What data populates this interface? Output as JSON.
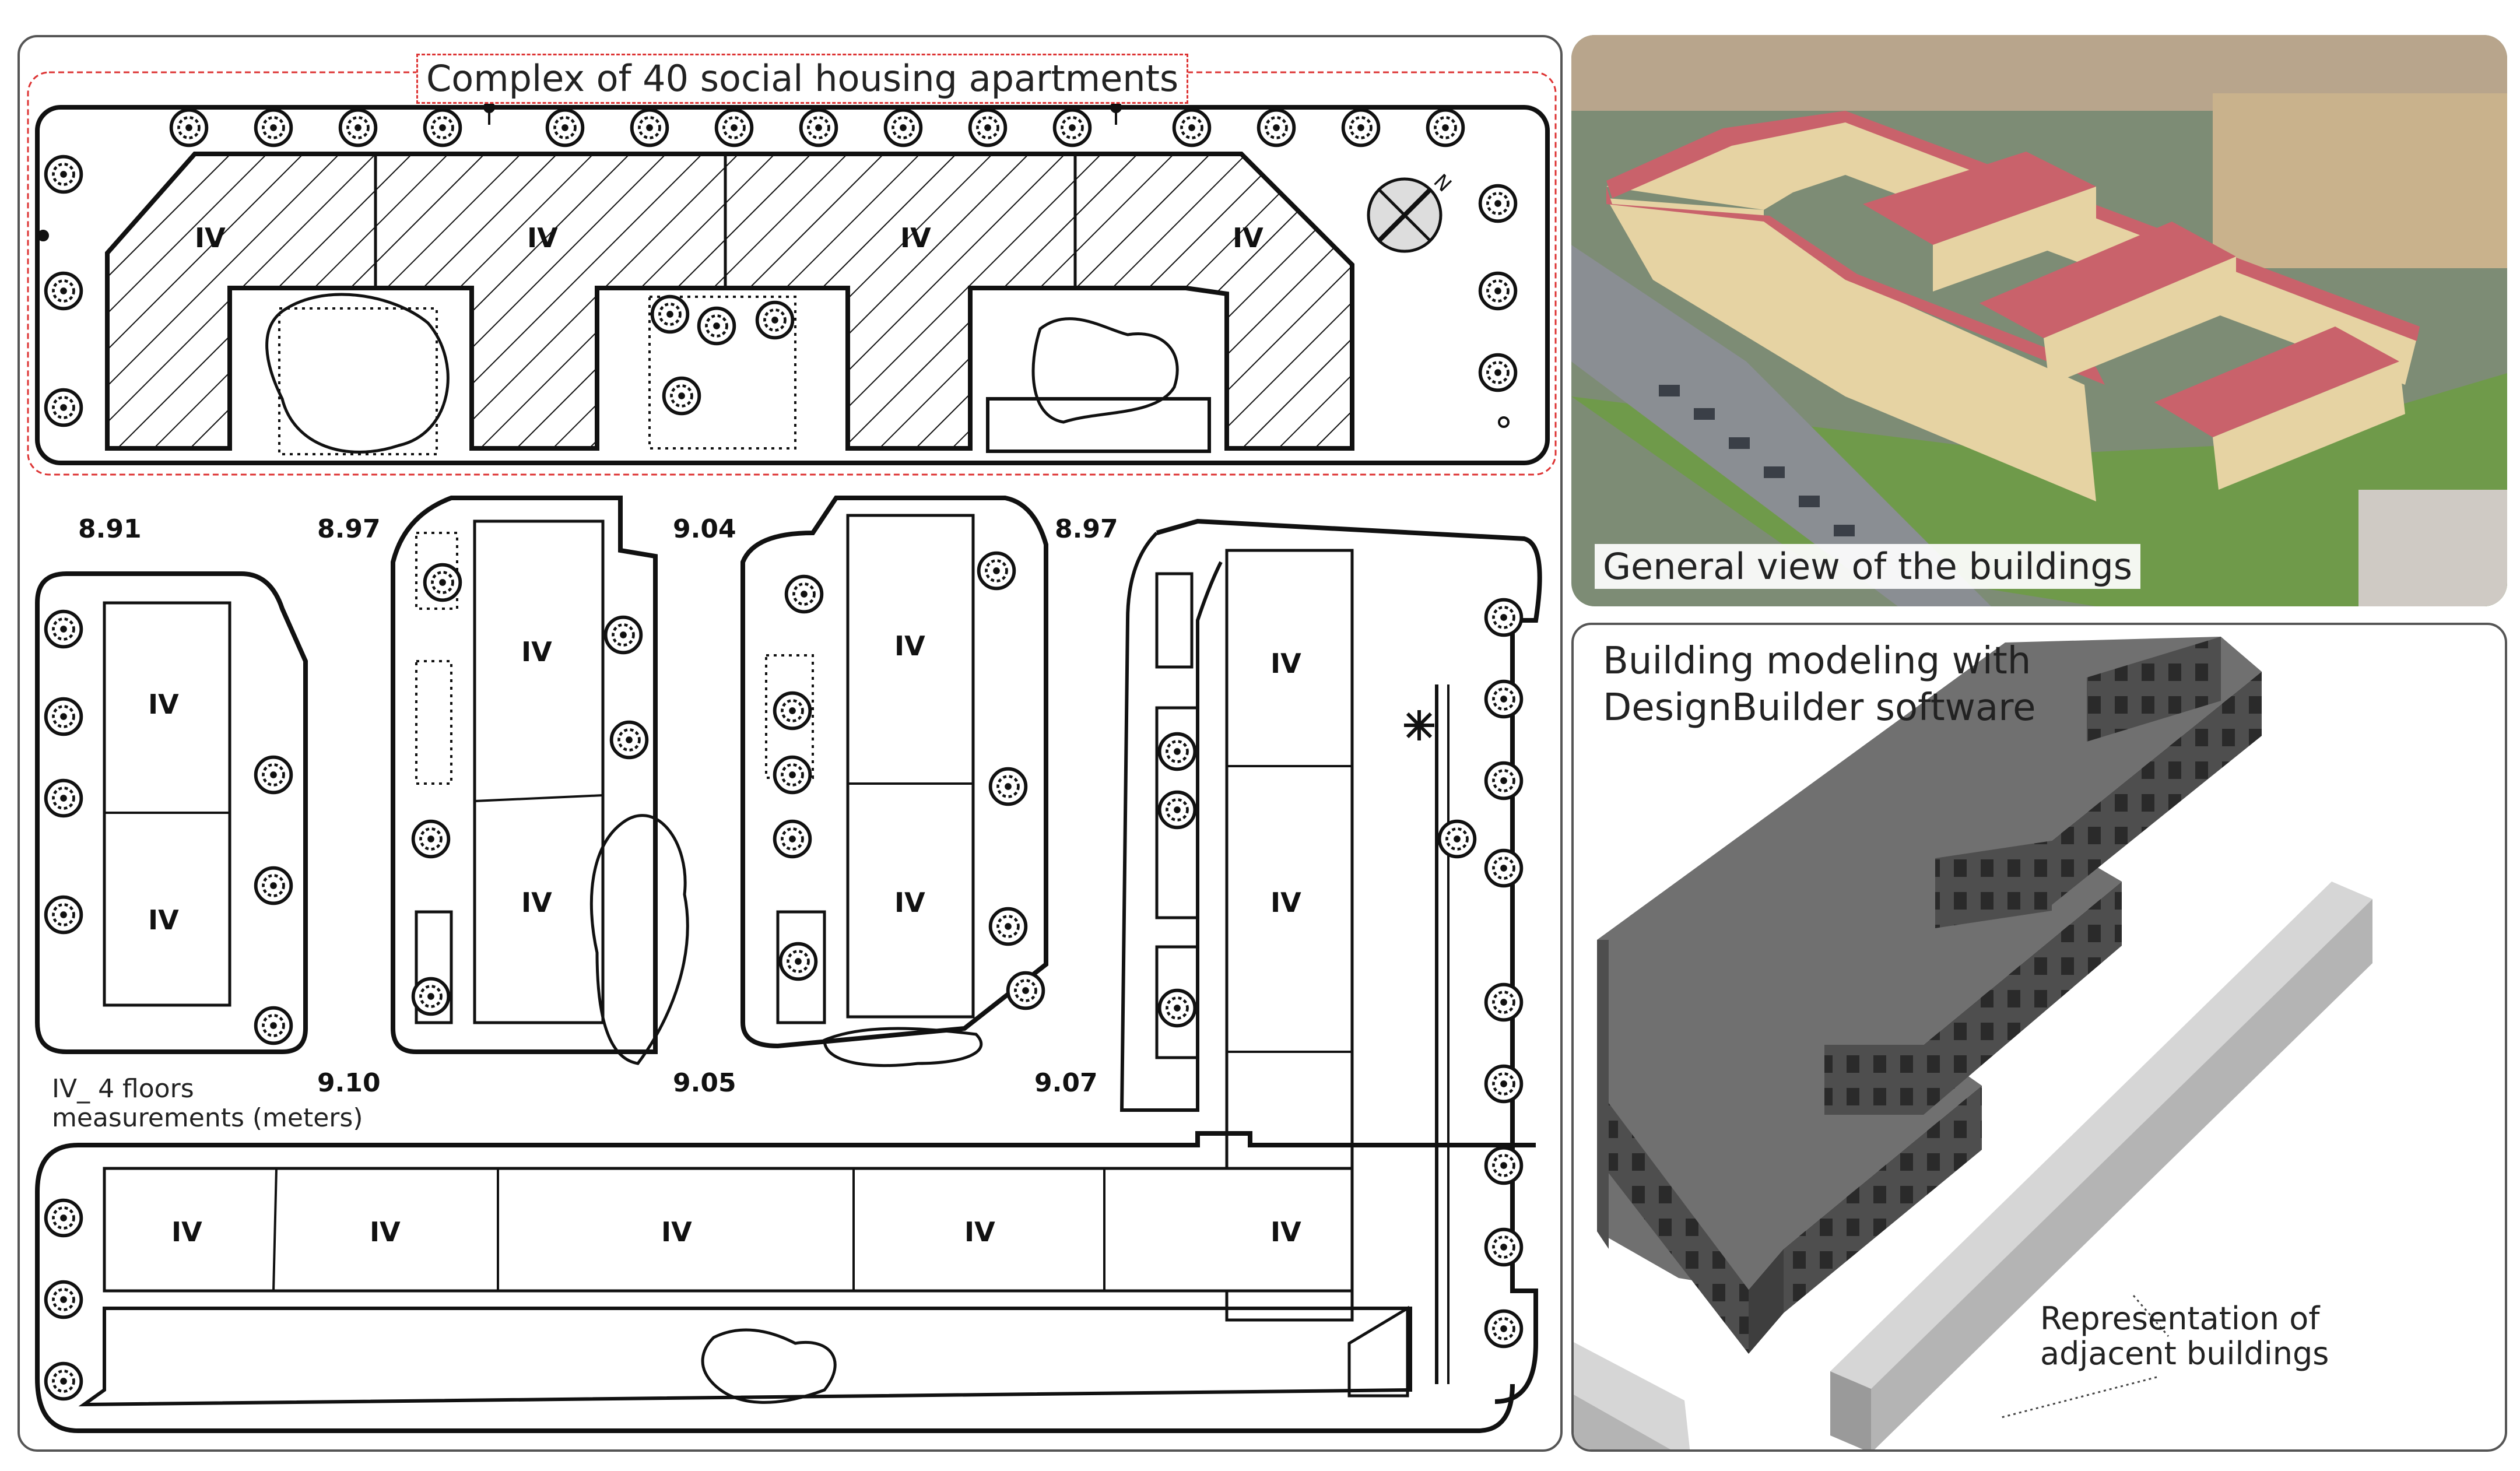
{
  "site_plan": {
    "title": "Complex of 40 social housing apartments",
    "floor_label": "IV",
    "measurements": [
      "8.91",
      "8.97",
      "9.04",
      "8.97",
      "9.10",
      "9.05",
      "9.07"
    ],
    "legend_floors": "IV_ 4 floors",
    "legend_units": "measurements (meters)",
    "icons": [
      "tree-icon",
      "lamp-post-icon",
      "north-arrow-icon",
      "palm-icon"
    ]
  },
  "aerial_view": {
    "caption": "General view of the buildings",
    "colors": {
      "roof": "#c9626b",
      "facade": "#e6d3a3",
      "vegetation": "#6f9a4a",
      "street": "#8a8e93"
    }
  },
  "model_view": {
    "title": "Building modeling with DesignBuilder software",
    "note": "Representation of adjacent buildings",
    "colors": {
      "roof": "#707070",
      "wall": "#4e4e4e",
      "adjacent": "#b4b4b4"
    }
  }
}
